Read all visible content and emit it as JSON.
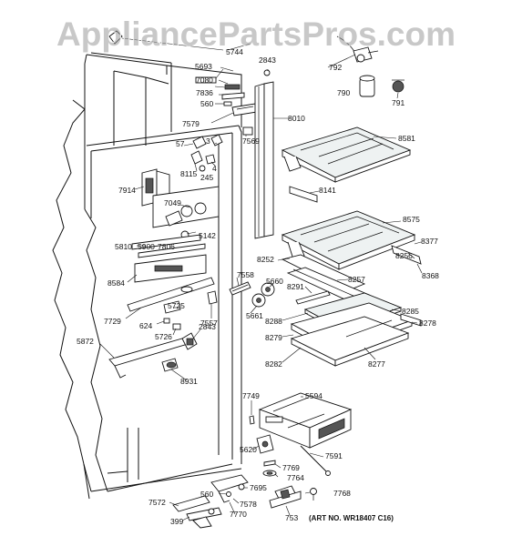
{
  "watermark": "AppliancePartsPros.com",
  "art_number": "(ART NO. WR18407 C16)",
  "part_labels": {
    "p5744": "5744",
    "p5693": "5693",
    "p7080": "7080",
    "p7836": "7836",
    "p560a": "560",
    "p7579": "7579",
    "p2843a": "2843",
    "p8010": "8010",
    "p7569": "7569",
    "p57": "57",
    "p3": "3",
    "p4": "4",
    "p8115": "8115",
    "p245": "245",
    "p7914": "7914",
    "p7049": "7049",
    "p5142": "5142",
    "p5810": "5810",
    "p5900": "5900",
    "p7806": "7806",
    "p8584": "8584",
    "p7729": "7729",
    "p7557": "7557",
    "p7558": "7558",
    "p5660": "5660",
    "p5661": "5661",
    "p5725": "5725",
    "p624": "624",
    "p5726": "5726",
    "p2843b": "2843",
    "p5872": "5872",
    "p8931": "8931",
    "p792": "792",
    "p790": "790",
    "p791": "791",
    "p8581": "8581",
    "p8141": "8141",
    "p8575": "8575",
    "p8377": "8377",
    "p8256": "8256",
    "p8368": "8368",
    "p8252": "8252",
    "p8257": "8257",
    "p8291": "8291",
    "p8285": "8285",
    "p8288": "8288",
    "p8278": "8278",
    "p8279": "8279",
    "p8282": "8282",
    "p8277": "8277",
    "p7749": "7749",
    "p5594": "5594",
    "p5620": "5620",
    "p7591": "7591",
    "p7769": "7769",
    "p7764": "7764",
    "p7695": "7695",
    "p7768": "7768",
    "p560b": "560",
    "p7572": "7572",
    "p7578": "7578",
    "p7770": "7770",
    "p399": "399",
    "p753": "753"
  }
}
